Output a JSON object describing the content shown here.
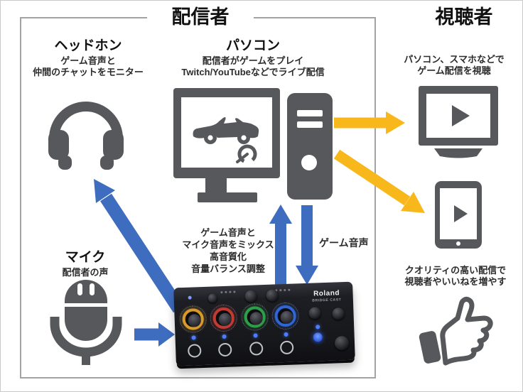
{
  "palette": {
    "arrow_blue": "#3E6DBF",
    "arrow_yellow": "#F8B81C",
    "icon_gray": "#57585B"
  },
  "broadcaster": {
    "title": "配信者",
    "headphones": {
      "title": "ヘッドホン",
      "desc_line1": "ゲーム音声と",
      "desc_line2": "仲間のチャットをモニター"
    },
    "pc": {
      "title": "パソコン",
      "desc_line1": "配信者がゲームをプレイ",
      "desc_line2": "Twitch/YouTubeなどでライブ配信"
    },
    "mic": {
      "title": "マイク",
      "desc": "配信者の声"
    },
    "mixer": {
      "brand": "Roland",
      "model": "BRIDGE CAST",
      "note_line1": "ゲーム音声と",
      "note_line2": "マイク音声をミックス",
      "note_line3": "高音質化",
      "note_line4": "音量バランス調整"
    },
    "game_audio_label": "ゲーム音声"
  },
  "viewers": {
    "title": "視聴者",
    "watch": {
      "desc_line1": "パソコン、スマホなどで",
      "desc_line2": "ゲーム配信を視聴"
    },
    "engagement": {
      "desc_line1": "クオリティの高い配信で",
      "desc_line2": "視聴者やいいねを増やす"
    }
  }
}
